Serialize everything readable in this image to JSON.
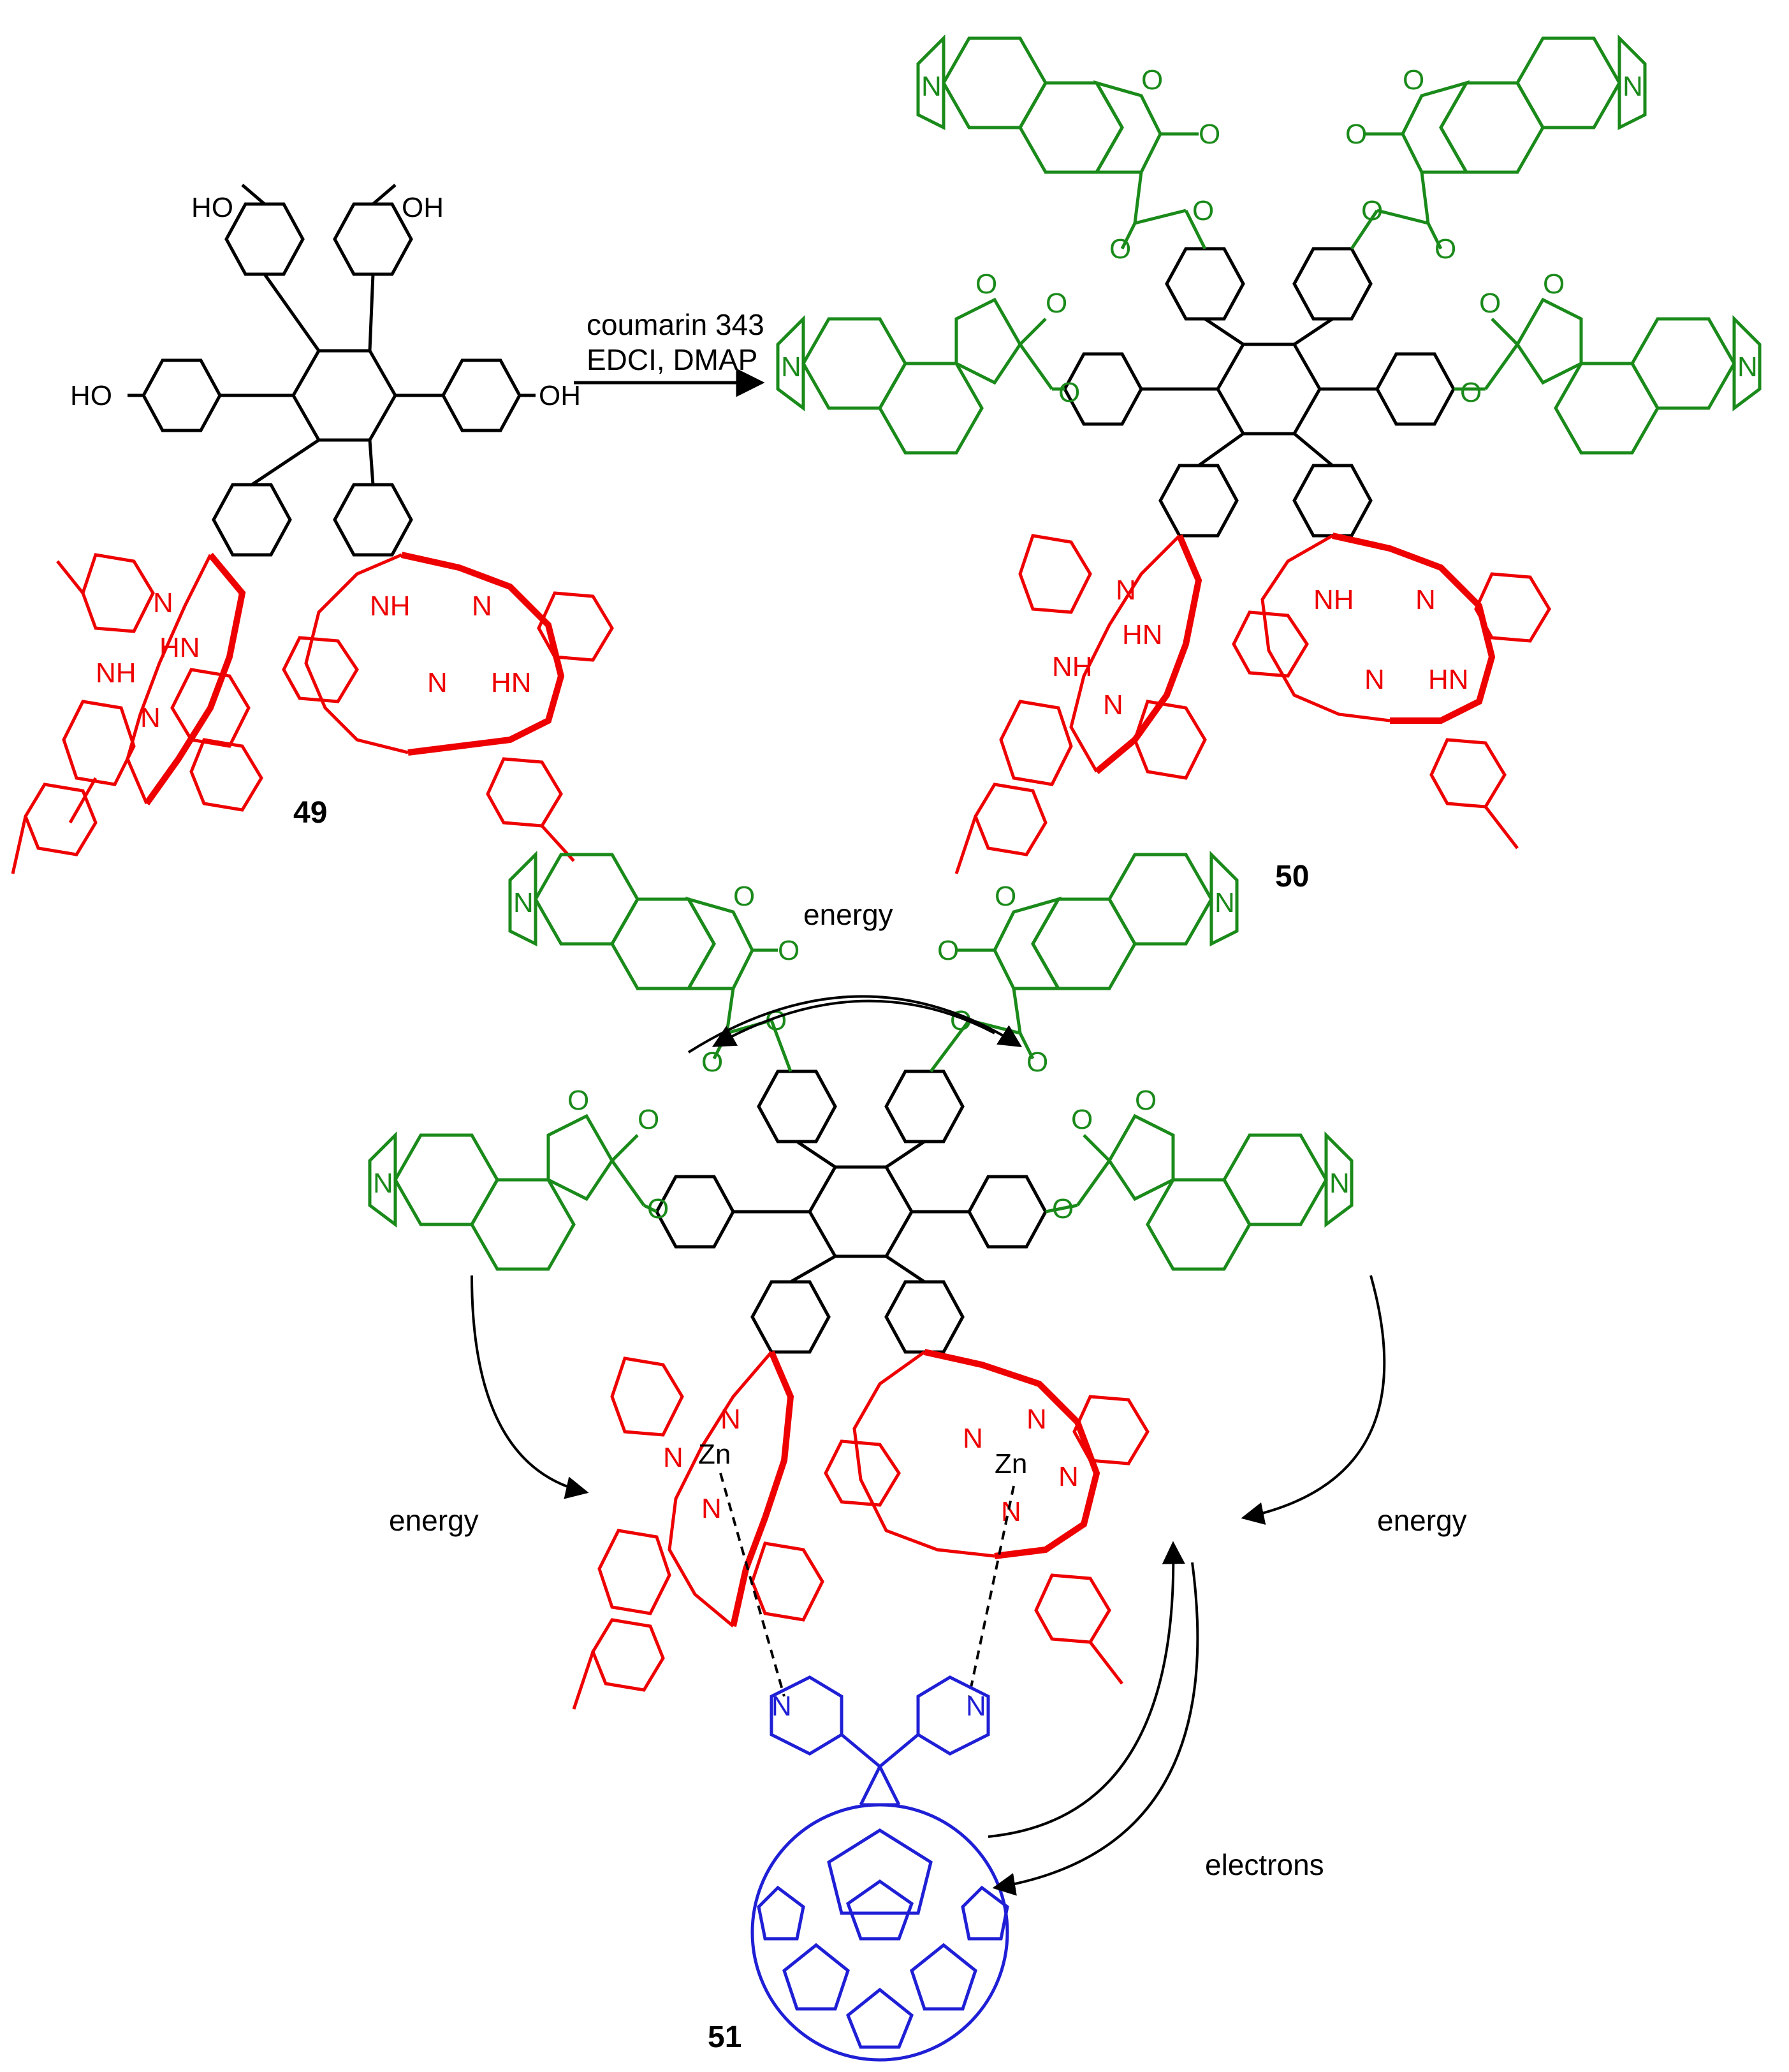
{
  "colors": {
    "core": "#000000",
    "coumarin": "#1a8a1a",
    "porphyrin": "#ee0000",
    "fullerene": "#1f1fd6",
    "arrow": "#000000"
  },
  "reaction": {
    "reagent_line1": "coumarin 343",
    "reagent_line2": "EDCI, DMAP"
  },
  "compounds": {
    "c49": "49",
    "c50": "50",
    "c51": "51"
  },
  "atoms": {
    "ho": "HO",
    "oh": "OH",
    "n": "N",
    "o": "O",
    "nh": "NH",
    "hn": "HN",
    "zn": "Zn"
  },
  "processes": {
    "energy": "energy",
    "electrons": "electrons"
  }
}
